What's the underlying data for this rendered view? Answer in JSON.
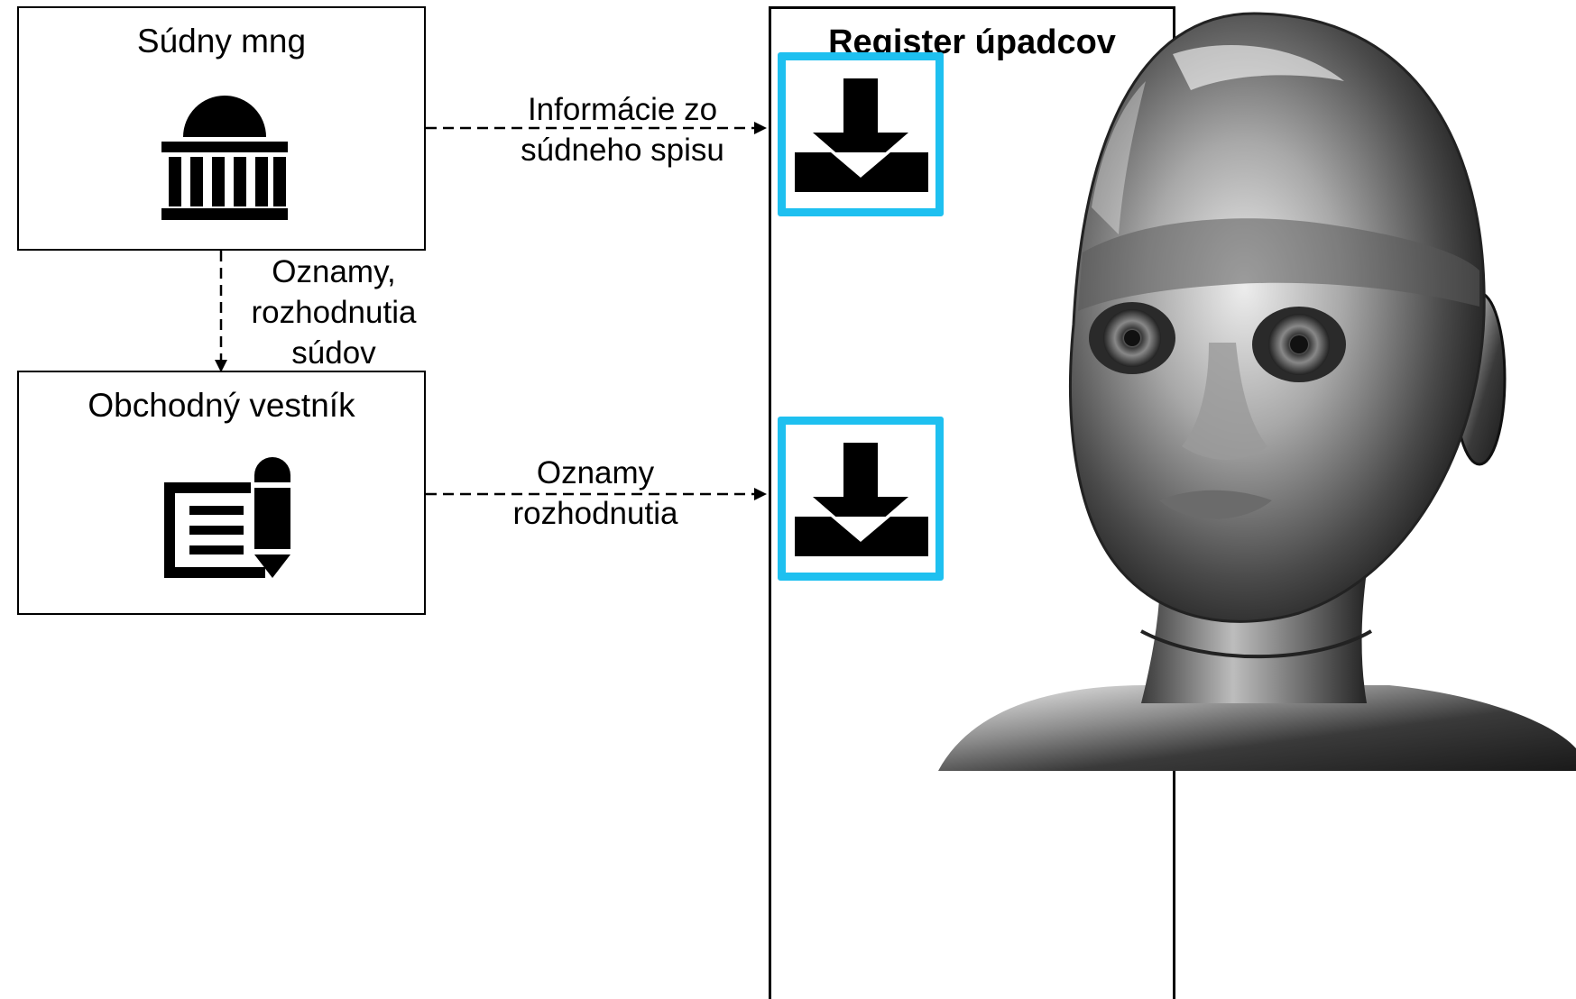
{
  "court_box": {
    "title": "Súdny mng"
  },
  "journal_box": {
    "title": "Obchodný vestník"
  },
  "register": {
    "title": "Register úpadcov"
  },
  "arrows": {
    "court_to_register": "Informácie zo\nsúdneho spisu",
    "court_to_journal": "Oznamy,\nrozhodnutia\nsúdov",
    "journal_to_register": "Oznamy\nrozhodnutia"
  },
  "icons": {
    "court": "courthouse-icon",
    "journal": "document-edit-icon",
    "download_1": "download-icon",
    "download_2": "download-icon"
  },
  "colors": {
    "download_frame": "#1ec0f0",
    "stroke": "#000000"
  }
}
